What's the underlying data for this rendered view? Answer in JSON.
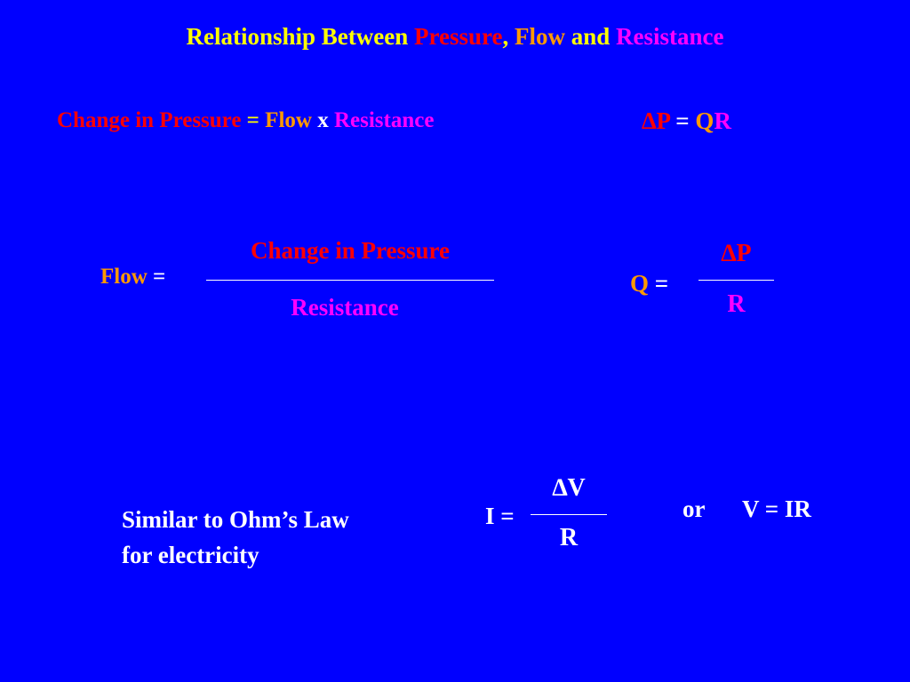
{
  "title": {
    "part1": "Relationship Between ",
    "pressure": "Pressure",
    "comma": ",",
    "flow": " Flow",
    "and": " and ",
    "resistance": "Resistance"
  },
  "equation_words": {
    "change_in_pressure": "Change in Pressure",
    "equals": " = ",
    "flow": "Flow",
    "times": " x ",
    "resistance": "Resistance"
  },
  "equation_symbols": {
    "delta_p": "∆P",
    "equals": " = ",
    "q": "Q",
    "r": "R"
  },
  "flow_fraction": {
    "flow": "Flow",
    "equals": " =",
    "numerator": "Change in Pressure",
    "denominator": "Resistance"
  },
  "q_fraction": {
    "q": "Q",
    "equals": " =",
    "numerator": "∆P",
    "denominator": "R"
  },
  "ohm": {
    "line1": "Similar to Ohm’s Law",
    "line2": "for electricity",
    "i_label": "I =",
    "numerator": "∆V",
    "denominator": "R",
    "or": "or",
    "v_equals_ir": "V = IR"
  },
  "colors": {
    "background": "#0000ff",
    "title": "#ffff00",
    "pressure": "#ff0000",
    "flow": "#ff9900",
    "resistance": "#ff00ff",
    "text": "#ffffff"
  }
}
